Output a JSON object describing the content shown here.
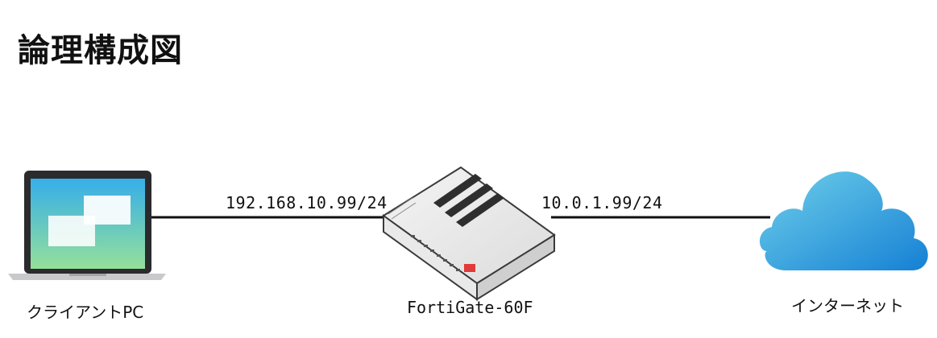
{
  "title": "論理構成図",
  "nodes": {
    "client": {
      "label": "クライアントPC",
      "icon": "laptop-icon"
    },
    "firewall": {
      "label": "FortiGate-60F",
      "icon": "firewall-appliance-icon"
    },
    "internet": {
      "label": "インターネット",
      "icon": "cloud-icon"
    }
  },
  "links": {
    "lan": {
      "ip": "192.168.10.99/24"
    },
    "wan": {
      "ip": "10.0.1.99/24"
    }
  },
  "colors": {
    "line": "#111111",
    "cloud_start": "#5ec3e6",
    "cloud_end": "#1b86d6",
    "screen_top": "#3bb3e8",
    "screen_bottom": "#8fdd9e",
    "fortinet_red": "#e03a3a"
  }
}
